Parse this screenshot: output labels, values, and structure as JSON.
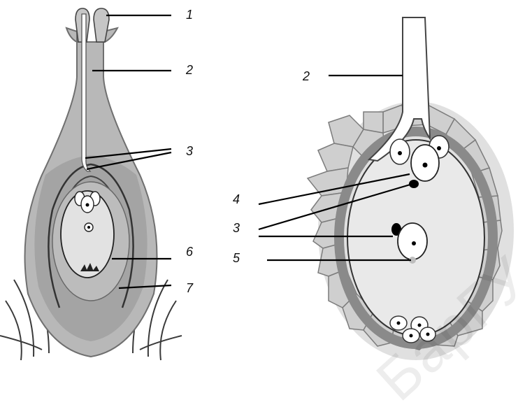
{
  "left_figure": {
    "labels": [
      "1",
      "2",
      "3",
      "6",
      "7"
    ]
  },
  "right_figure": {
    "labels": [
      "2",
      "4",
      "3",
      "5"
    ]
  },
  "watermark": "БарГУ",
  "colors": {
    "tissue_dark": "#8a8a8a",
    "tissue_mid": "#b4b4b4",
    "tissue_light": "#d8d8d8",
    "cell_wall": "#9a9a9a",
    "leader": "#000000"
  }
}
